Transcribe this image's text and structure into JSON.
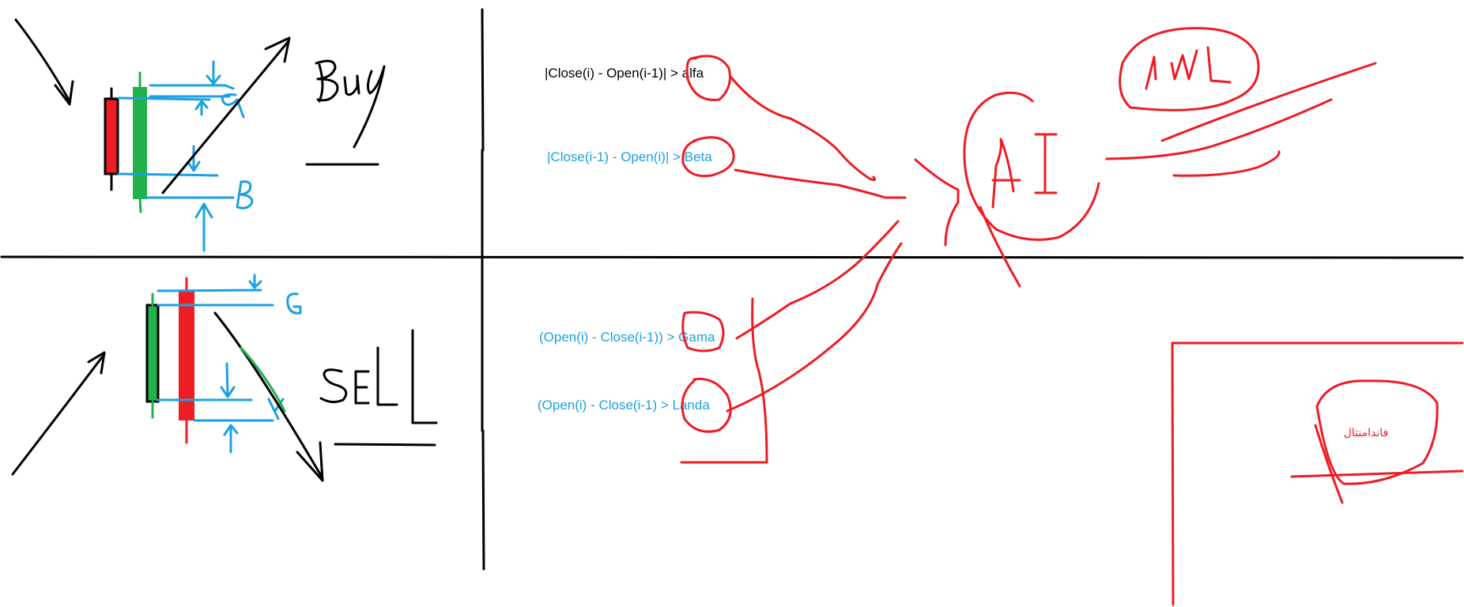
{
  "colors": {
    "ink": "#000000",
    "red": "#ee1c24",
    "blue": "#1ba1e2",
    "green": "#22b14c"
  },
  "quadrant_top_left": {
    "label": "Buy",
    "annotations": {
      "upper": "α",
      "lower": "β"
    }
  },
  "quadrant_bottom_left": {
    "label": "SELL",
    "annotations": {
      "upper": "G",
      "lower": "λ"
    }
  },
  "conditions": [
    {
      "text": "|Close(i) - Open(i-1)| > alfa",
      "color": "#000000"
    },
    {
      "text": "|Close(i-1) - Open(i)| > Beta",
      "color": "#1ba1e2"
    },
    {
      "text": "(Open(i) - Close(i-1)) > Gama",
      "color": "#1ba1e2"
    },
    {
      "text": "(Open(i) - Close(i-1) > Landa",
      "color": "#1ba1e2"
    }
  ],
  "ai_label": "AI",
  "ml_label": "ML",
  "fundamental_label": "فاندامنتال"
}
